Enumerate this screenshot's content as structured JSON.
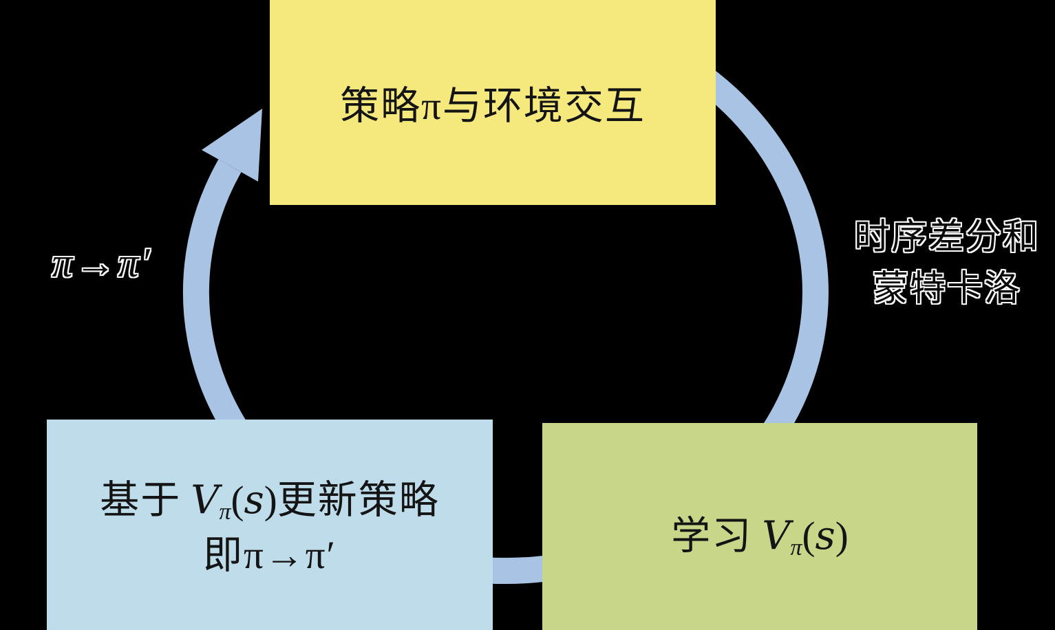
{
  "colors": {
    "background": "#000000",
    "top_box": "#f5e87d",
    "bottom_left_box": "#bedce9",
    "bottom_right_box": "#c8d689",
    "cycle_arrow": "#a8c3e4",
    "text": "#141414"
  },
  "cycle": {
    "top_box_label": "策略π与环境交互",
    "right_label_line1": "时序差分和",
    "right_label_line2": "蒙特卡洛",
    "left_label": "π→π′",
    "bottom_right": {
      "prefix": "学习",
      "var": "V",
      "sub": "π",
      "paren_open": "(",
      "arg": "s",
      "paren_close": ")"
    },
    "bottom_left": {
      "line1_prefix": "基于",
      "var": "V",
      "sub": "π",
      "paren_open": "(",
      "arg": "s",
      "paren_close": ")",
      "line1_suffix": "更新策略",
      "line2": "即π→π′"
    }
  }
}
